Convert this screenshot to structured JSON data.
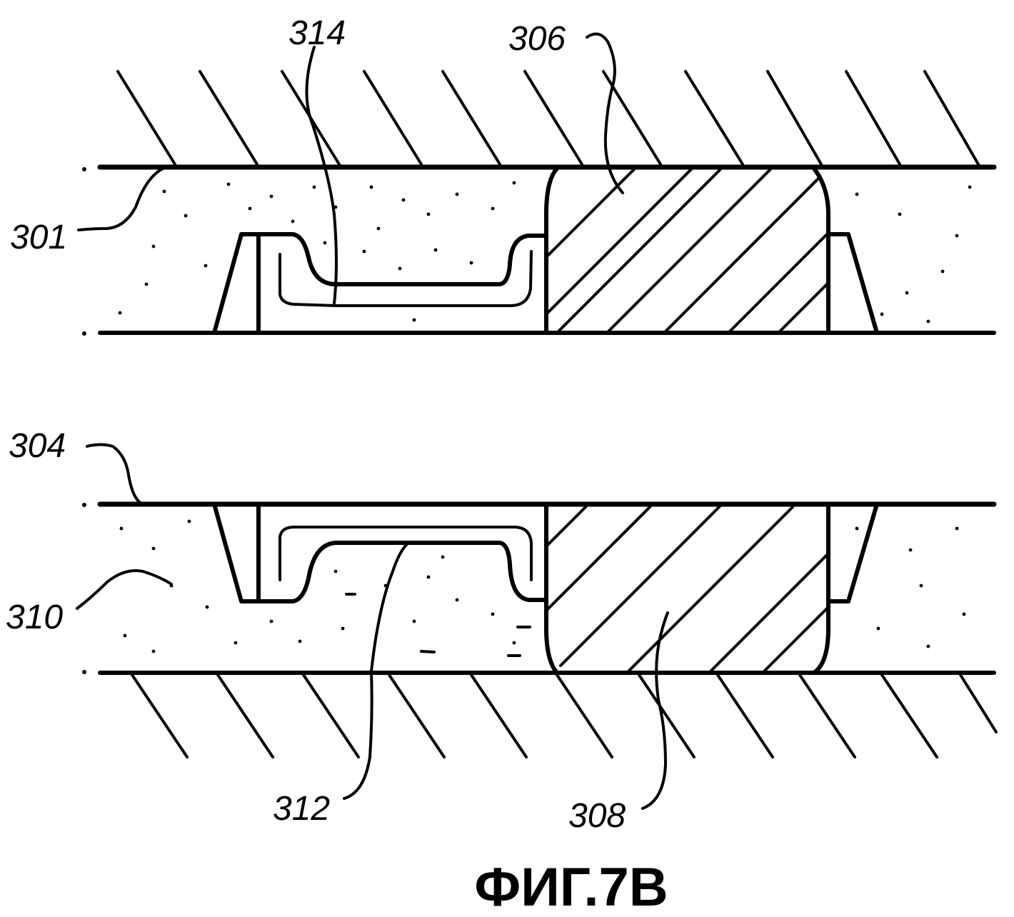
{
  "labels": {
    "ref_314": "314",
    "ref_306": "306",
    "ref_301": "301",
    "ref_304": "304",
    "ref_310": "310",
    "ref_312": "312",
    "ref_308": "308"
  },
  "caption": "ФИГ.7В"
}
